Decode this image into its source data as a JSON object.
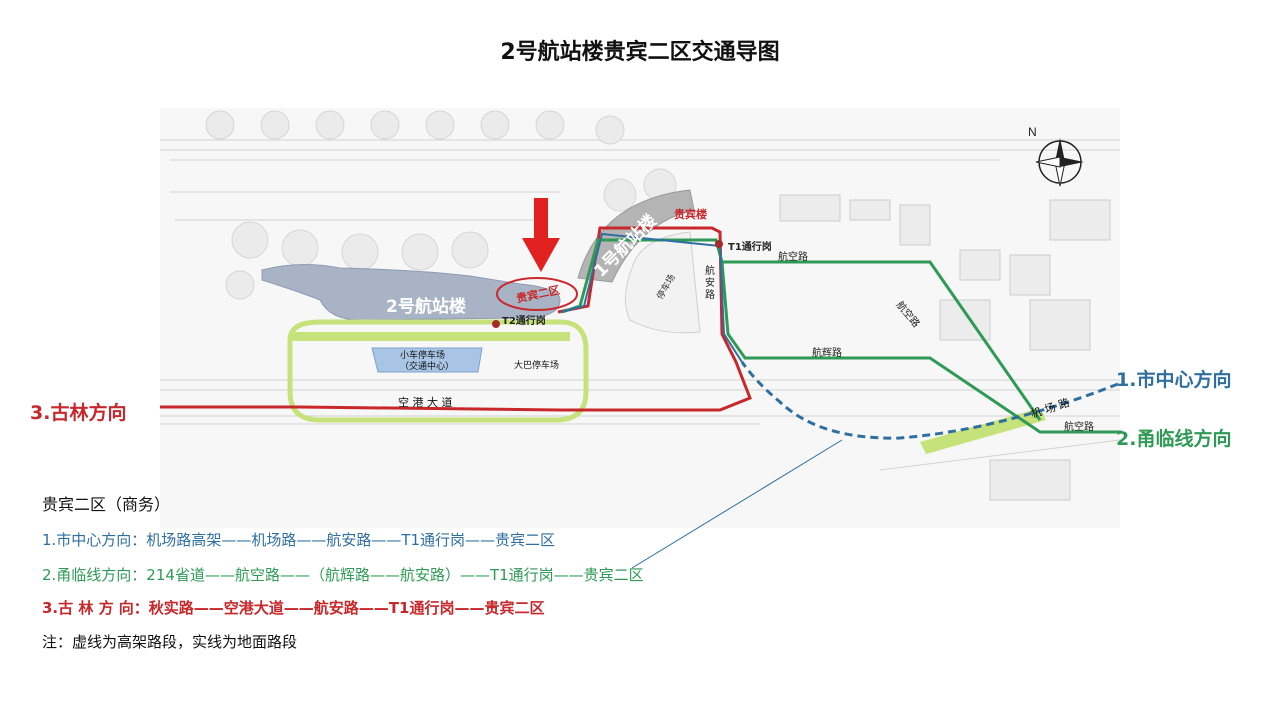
{
  "title": "2号航站楼贵宾二区交通导图",
  "colors": {
    "red_route": "#c8282b",
    "blue_route": "#2f6f9f",
    "green_route": "#2f9a55",
    "terminal": "#a9b3c6",
    "highway": "#c6e27a"
  },
  "map_labels": {
    "terminal2": "2号航站楼",
    "terminal1": "1号航站楼",
    "vip_zone": "贵宾二区",
    "vip_building": "贵宾楼",
    "t1_gate": "T1通行岗",
    "t2_gate": "T2通行岗",
    "parking": "停车场",
    "hangan_road": "航安路",
    "hangkong_road": "航空路",
    "hangkong_road2": "航空路",
    "hangkong_road3": "航空路",
    "hanghui_road": "航辉路",
    "small_car_parking": "小车停车场",
    "transport_center": "（交通中心）",
    "bus_parking": "大巴停车场",
    "konggang_road": "空 港 大 道",
    "airport_road": "机 场 路"
  },
  "directions": {
    "gulin": "3.古林方向",
    "city_center": "1.市中心方向",
    "yonglin": "2.甬临线方向"
  },
  "legend": {
    "heading": "贵宾二区（商务）",
    "line1": "1.市中心方向：机场路高架——机场路——航安路——T1通行岗——贵宾二区",
    "line2": "2.甬临线方向：214省道——航空路——（航辉路——航安路）——T1通行岗——贵宾二区",
    "line3": "3.古 林 方 向：秋实路——空港大道——航安路——T1通行岗——贵宾二区",
    "note": "注：虚线为高架路段，实线为地面路段"
  },
  "icons": {
    "compass": "north-compass-icon",
    "arrow": "down-arrow-icon",
    "gate_marker": "location-dot-icon"
  }
}
